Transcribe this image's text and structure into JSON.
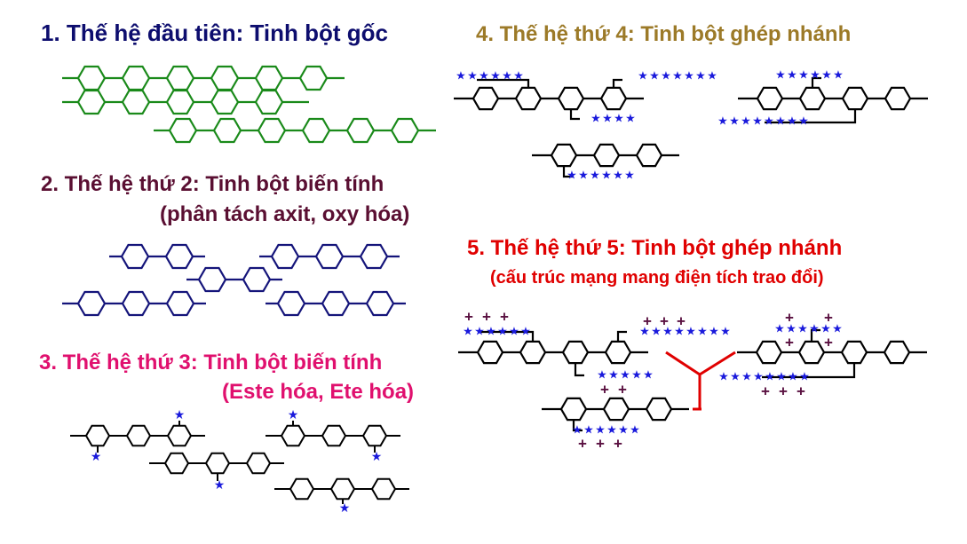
{
  "colors": {
    "gen1": "#1a8a1a",
    "gen2": "#14147a",
    "black": "#000000",
    "star": "#1a1adc",
    "plus": "#5a1040",
    "crosslink": "#e00000",
    "title1": "#0d0d6e",
    "title2": "#5a0f32",
    "title3": "#e0106e",
    "title4": "#9c7a28",
    "title5": "#e00000"
  },
  "titles": {
    "gen1": "1. Thế hệ đầu tiên: Tinh bột gốc",
    "gen2": "2. Thế hệ thứ 2: Tinh bột biến tính",
    "gen2_sub": "(phân tách axit, oxy hóa)",
    "gen3": "3. Thế hệ thứ 3: Tinh bột biến tính",
    "gen3_sub": "(Este hóa, Ete hóa)",
    "gen4": "4. Thế hệ thứ 4: Tinh bột ghép nhánh",
    "gen5": "5. Thế hệ thứ 5: Tinh bột ghép nhánh",
    "gen5_sub": "(cấu trúc mạng mang điện tích trao đổi)"
  },
  "symbols": {
    "star": "★",
    "plus": "+"
  }
}
